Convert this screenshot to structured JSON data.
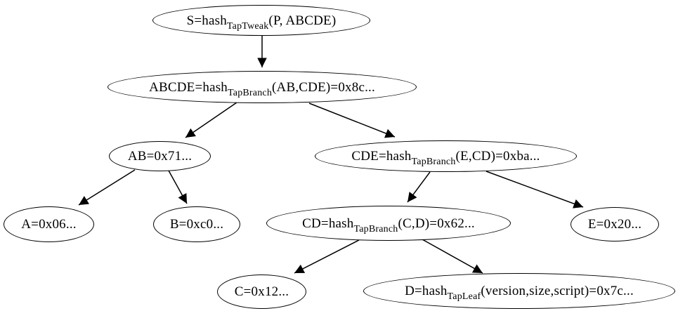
{
  "diagram": {
    "title": "taproot-merkle-tree",
    "background_color": "#ffffff",
    "stroke_color": "#000000",
    "text_color": "#000000",
    "nodes": {
      "s": {
        "id": "S",
        "pre": "S=hash",
        "sub": "TapTweak",
        "post": "(P, ABCDE)"
      },
      "abcde": {
        "id": "ABCDE",
        "pre": "ABCDE=hash",
        "sub": "TapBranch",
        "post": "(AB,CDE)=0x8c..."
      },
      "ab": {
        "id": "AB",
        "pre": "AB=0x71...",
        "sub": "",
        "post": ""
      },
      "cde": {
        "id": "CDE",
        "pre": "CDE=hash",
        "sub": "TapBranch",
        "post": "(E,CD)=0xba..."
      },
      "a": {
        "id": "A",
        "pre": "A=0x06...",
        "sub": "",
        "post": ""
      },
      "b": {
        "id": "B",
        "pre": "B=0xc0...",
        "sub": "",
        "post": ""
      },
      "cd": {
        "id": "CD",
        "pre": "CD=hash",
        "sub": "TapBranch",
        "post": "(C,D)=0x62..."
      },
      "e": {
        "id": "E",
        "pre": "E=0x20...",
        "sub": "",
        "post": ""
      },
      "c": {
        "id": "C",
        "pre": "C=0x12...",
        "sub": "",
        "post": ""
      },
      "d": {
        "id": "D",
        "pre": "D=hash",
        "sub": "TapLeaf",
        "post": "(version,size,script)=0x7c..."
      }
    },
    "edges": [
      {
        "from": "S",
        "to": "ABCDE"
      },
      {
        "from": "ABCDE",
        "to": "AB"
      },
      {
        "from": "ABCDE",
        "to": "CDE"
      },
      {
        "from": "AB",
        "to": "A"
      },
      {
        "from": "AB",
        "to": "B"
      },
      {
        "from": "CDE",
        "to": "CD"
      },
      {
        "from": "CDE",
        "to": "E"
      },
      {
        "from": "CD",
        "to": "C"
      },
      {
        "from": "CD",
        "to": "D"
      }
    ]
  }
}
